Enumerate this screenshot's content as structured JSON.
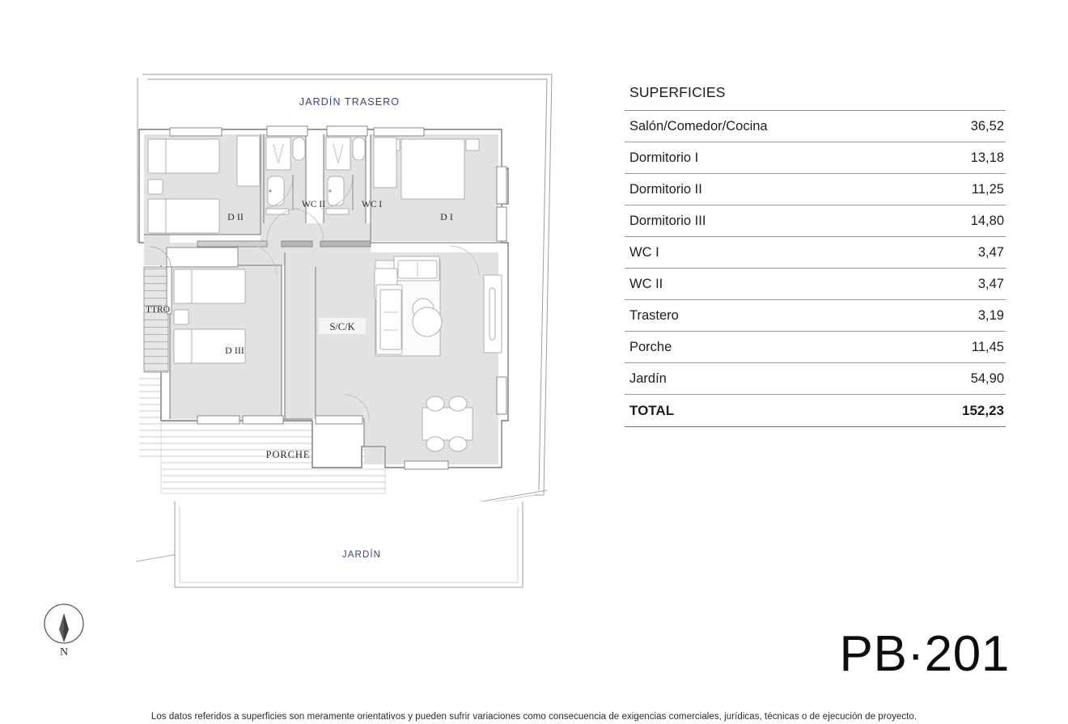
{
  "plan_code": "PB·201",
  "surfaces": {
    "title": "SUPERFICIES",
    "rows": [
      {
        "label": "Salón/Comedor/Cocina",
        "value": "36,52"
      },
      {
        "label": "Dormitorio I",
        "value": "13,18"
      },
      {
        "label": "Dormitorio II",
        "value": "11,25"
      },
      {
        "label": "Dormitorio III",
        "value": "14,80"
      },
      {
        "label": "WC I",
        "value": "3,47"
      },
      {
        "label": "WC II",
        "value": "3,47"
      },
      {
        "label": "Trastero",
        "value": "3,19"
      },
      {
        "label": "Porche",
        "value": "11,45"
      },
      {
        "label": "Jardín",
        "value": "54,90"
      }
    ],
    "total": {
      "label": "TOTAL",
      "value": "152,23"
    }
  },
  "plan_labels": {
    "jardin_trasero": "JARDÍN TRASERO",
    "jardin": "JARDÍN",
    "porche": "PORCHE",
    "d1": "D I",
    "d2": "D II",
    "d3": "D III",
    "wc1": "WC I",
    "wc2": "WC II",
    "sck": "S/C/K",
    "ttro": "TTRO"
  },
  "compass": {
    "north_label": "N"
  },
  "disclaimer": "Los datos referidos a superficies son meramente orientativos y pueden sufrir variaciones como consecuencia de exigencias comerciales, jurídicas, técnicas o de ejecución de proyecto.",
  "colors": {
    "label_blue": "#3a4480",
    "room_fill": "#e2e2e2",
    "wall": "#6f6f6f",
    "thin_line": "#b8b8b8"
  }
}
